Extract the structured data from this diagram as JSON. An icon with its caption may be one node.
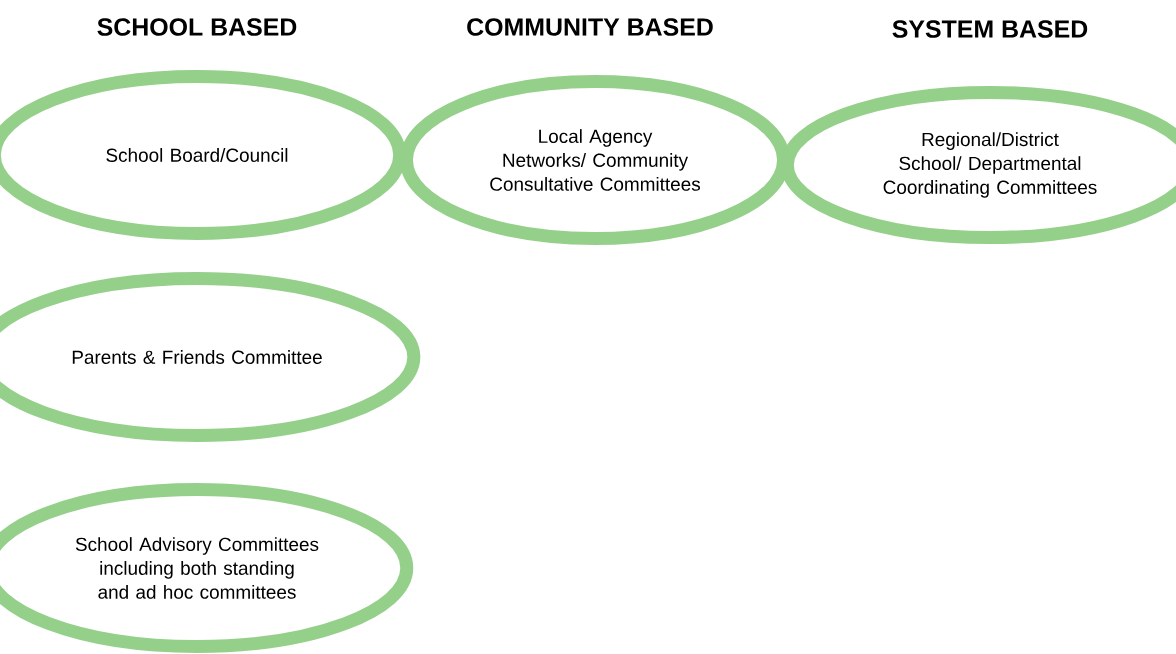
{
  "diagram": {
    "nodes": [
      {
        "text": [
          "School Board/Council"
        ]
      },
      {
        "text": [
          "Parents & Friends Committee"
        ]
      },
      {
        "text": [
          "School Advisory Committees including both standing and ad hoc committees"
        ]
      },
      {
        "text": [
          "Local Agency Networks/ Community Consultative Committees"
        ]
      },
      {
        "text": [
          "Regional/District School/ Departmental Coordinating Committees"
        ]
      }
    ],
    "labels": [
      "SCHOOL BASED",
      "COMMUNITY BASED",
      "SYSTEM BASED"
    ]
  }
}
